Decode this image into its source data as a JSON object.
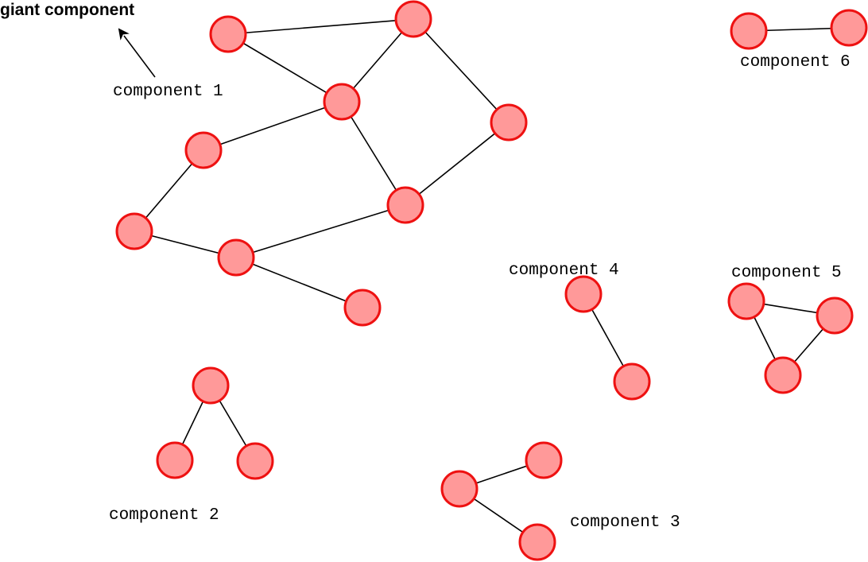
{
  "colors": {
    "node_fill": "#ff9999",
    "node_stroke": "#ee1111",
    "edge": "#000000",
    "text": "#000000"
  },
  "title": "giant component",
  "labels": {
    "c1": "component 1",
    "c2": "component 2",
    "c3": "component 3",
    "c4": "component 4",
    "c5": "component 5",
    "c6": "component 6"
  },
  "components": [
    {
      "label_key": "c1",
      "nodes": [
        "n1",
        "n2",
        "n3",
        "n4",
        "n5",
        "n6",
        "n7",
        "n8",
        "n9"
      ],
      "edges": [
        [
          "n1",
          "n2"
        ],
        [
          "n1",
          "n3"
        ],
        [
          "n2",
          "n3"
        ],
        [
          "n2",
          "n4"
        ],
        [
          "n3",
          "n5"
        ],
        [
          "n3",
          "n6"
        ],
        [
          "n4",
          "n6"
        ],
        [
          "n5",
          "n7"
        ],
        [
          "n7",
          "n8"
        ],
        [
          "n8",
          "n6"
        ],
        [
          "n8",
          "n9"
        ]
      ]
    },
    {
      "label_key": "c2",
      "nodes": [
        "a1",
        "a2",
        "a3"
      ],
      "edges": [
        [
          "a1",
          "a2"
        ],
        [
          "a1",
          "a3"
        ]
      ]
    },
    {
      "label_key": "c3",
      "nodes": [
        "b1",
        "b2",
        "b3"
      ],
      "edges": [
        [
          "b1",
          "b2"
        ],
        [
          "b1",
          "b3"
        ]
      ]
    },
    {
      "label_key": "c4",
      "nodes": [
        "c1",
        "c2"
      ],
      "edges": [
        [
          "c1",
          "c2"
        ]
      ]
    },
    {
      "label_key": "c5",
      "nodes": [
        "d1",
        "d2",
        "d3"
      ],
      "edges": [
        [
          "d1",
          "d2"
        ],
        [
          "d1",
          "d3"
        ],
        [
          "d2",
          "d3"
        ]
      ]
    },
    {
      "label_key": "c6",
      "nodes": [
        "e1",
        "e2"
      ],
      "edges": [
        [
          "e1",
          "e2"
        ]
      ]
    }
  ]
}
